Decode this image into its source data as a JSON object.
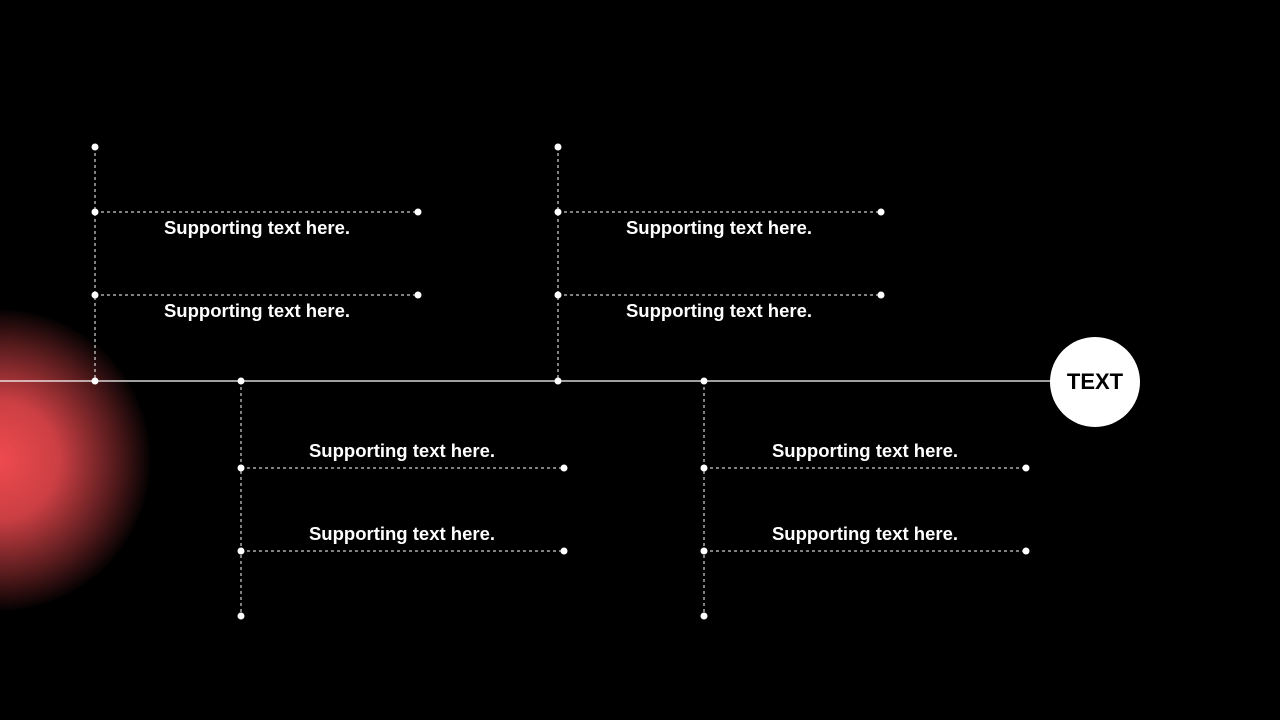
{
  "colors": {
    "background": "#000000",
    "line": "#ffffff",
    "text": "#ffffff",
    "glow": "#ee4a4f",
    "node_fill": "#ffffff",
    "node_text": "#000000"
  },
  "end_node": {
    "label": "TEXT"
  },
  "branches": [
    {
      "side": "top",
      "items": [
        "Supporting text here.",
        "Supporting text here."
      ]
    },
    {
      "side": "bottom",
      "items": [
        "Supporting text here.",
        "Supporting text here."
      ]
    },
    {
      "side": "top",
      "items": [
        "Supporting text here.",
        "Supporting text here."
      ]
    },
    {
      "side": "bottom",
      "items": [
        "Supporting text here.",
        "Supporting text here."
      ]
    }
  ]
}
